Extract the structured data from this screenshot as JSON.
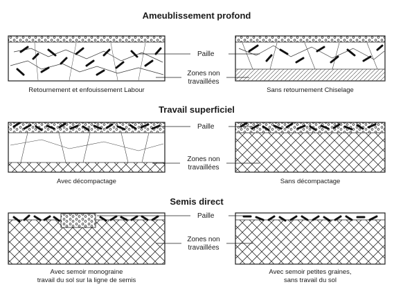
{
  "sections": [
    {
      "title": "Ameublissement profond",
      "left_caption": "Retournement et enfouissement Labour",
      "right_caption": "Sans retournement Chiselage",
      "paille_label": "Paille",
      "zones_label_line1": "Zones non",
      "zones_label_line2": "travaillées"
    },
    {
      "title": "Travail superficiel",
      "left_caption": "Avec décompactage",
      "right_caption": "Sans décompactage",
      "paille_label": "Paille",
      "zones_label_line1": "Zones non",
      "zones_label_line2": "travaillées"
    },
    {
      "title": "Semis direct",
      "left_caption_line1": "Avec semoir monograine",
      "left_caption_line2": "travail du sol sur la ligne de semis",
      "right_caption_line1": "Avec semoir petites graines,",
      "right_caption_line2": "sans travail du sol",
      "paille_label": "Paille",
      "zones_label_line1": "Zones non",
      "zones_label_line2": "travaillées"
    }
  ],
  "colors": {
    "ink": "#1a1a1a",
    "background": "#ffffff"
  }
}
